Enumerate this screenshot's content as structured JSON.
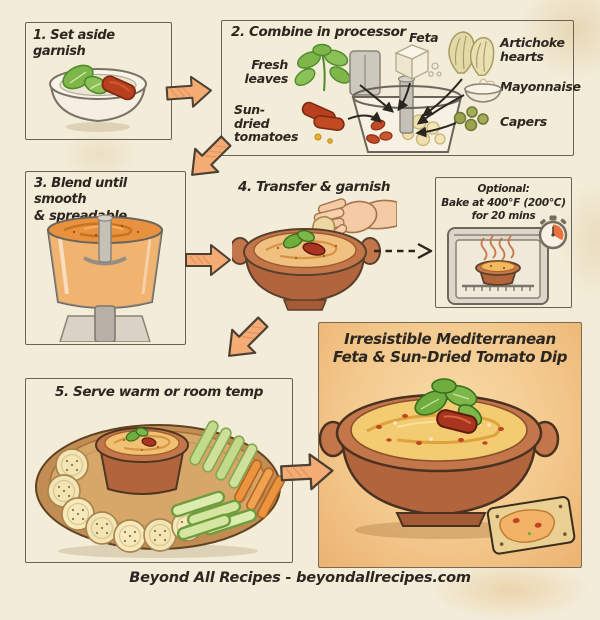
{
  "page": {
    "footer": "Beyond All Recipes - beyondallrecipes.com"
  },
  "steps": {
    "step1": {
      "title": "1. Set aside garnish"
    },
    "step2": {
      "title": "2. Combine in processor",
      "labels": {
        "fresh_leaves": "Fresh\nleaves",
        "sun_dried_tomatoes": "Sun-dried\ntomatoes",
        "feta": "Feta",
        "artichoke_hearts": "Artichoke\nhearts",
        "mayonnaise": "Mayonnaise",
        "capers": "Capers"
      }
    },
    "step3": {
      "title": "3. Blend until smooth\n& spreadable"
    },
    "step4": {
      "title": "4. Transfer & garnish"
    },
    "optional": {
      "text": "Optional:\nBake at 400°F (200°C)\nfor 20 mins"
    },
    "step5": {
      "title": "5. Serve warm or room temp"
    }
  },
  "hero": {
    "title": "Irresistible Mediterranean\nFeta & Sun-Dried Tomato Dip"
  },
  "icons": {
    "flow_arrow": "orange hand-drawn arrow",
    "dashed_arrow": "dashed black arrow",
    "timer": "stopwatch with red wedge",
    "oven": "oven with baking dip",
    "food_processor": "food processor bowl"
  },
  "colors": {
    "background": "#f3ecd8",
    "ink": "#2b2620",
    "panel_border": "#6a6256",
    "arrow_fill": "#f5ab74",
    "hero_panel": "#f2c487",
    "dip_orange": "#e8923f",
    "baked_dip_yellow": "#f3cb70",
    "terracotta": "#b2653d",
    "basil_green": "#74b043",
    "tomato_red": "#b13a1c"
  }
}
